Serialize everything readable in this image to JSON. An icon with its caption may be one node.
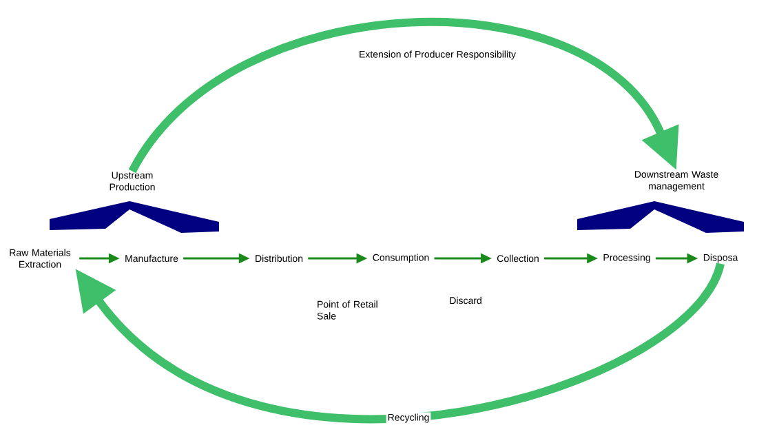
{
  "diagram": {
    "nodes": [
      {
        "text": [
          "Raw Materials Extraction"
        ]
      },
      {
        "text": [
          "Manufacture"
        ]
      },
      {
        "text": [
          "Distribution"
        ]
      },
      {
        "text": [
          "Consumption"
        ]
      },
      {
        "text": [
          "Collection"
        ]
      },
      {
        "text": [
          "Processing"
        ]
      },
      {
        "text": [
          "Disposa"
        ]
      },
      {
        "text": [
          "Upstream Production"
        ]
      },
      {
        "text": [
          "Downstream Waste management"
        ]
      },
      {
        "text": [],
        "shape": "chevron"
      },
      {
        "text": [],
        "shape": "chevron"
      }
    ],
    "edges": [
      {
        "from": 0,
        "to": 1,
        "arrow": "to"
      },
      {
        "from": 1,
        "to": 2,
        "arrow": "to"
      },
      {
        "from": 2,
        "to": 3,
        "arrow": "to"
      },
      {
        "from": 3,
        "to": 4,
        "arrow": "to"
      },
      {
        "from": 4,
        "to": 5,
        "arrow": "to"
      },
      {
        "from": 5,
        "to": 6,
        "arrow": "to"
      },
      {
        "from": 7,
        "to": 8,
        "arrow": "to",
        "label": "Extension of Producer Responsibility",
        "style": "thick",
        "color": "#3fbf6a"
      },
      {
        "from": 6,
        "to": 0,
        "arrow": "to",
        "label": "Recycling",
        "style": "thick",
        "color": "#3fbf6a"
      }
    ],
    "labels": [
      "Point of Retail Sale",
      "Discard"
    ]
  }
}
